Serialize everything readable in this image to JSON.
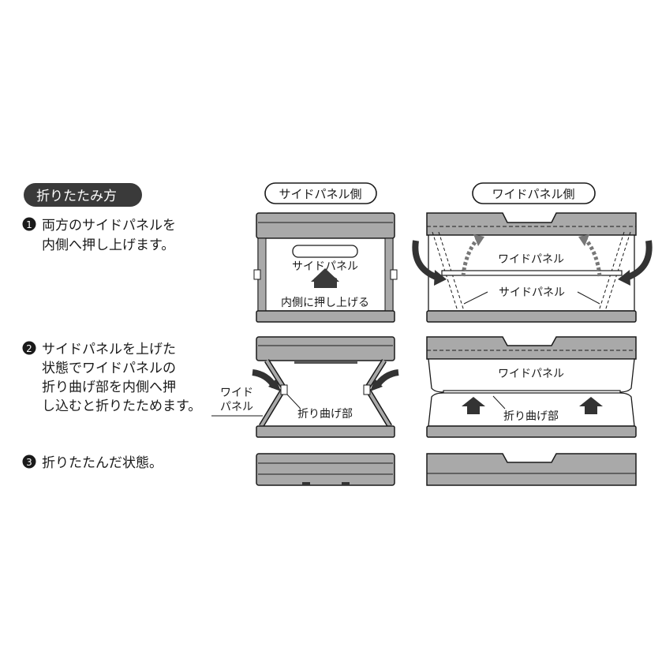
{
  "heading": "折りたたみ方",
  "column_labels": {
    "side": "サイドパネル側",
    "wide": "ワイドパネル側"
  },
  "steps": [
    {
      "number": "1",
      "lines": [
        "両方のサイドパネルを",
        "内側へ押し上げます。"
      ]
    },
    {
      "number": "2",
      "lines": [
        "サイドパネルを上げた",
        "状態でワイドパネルの",
        "折り曲げ部を内側へ押",
        "し込むと折りたためます。"
      ]
    },
    {
      "number": "3",
      "lines": [
        "折りたたんだ状態。"
      ]
    }
  ],
  "diagram_labels": {
    "side_panel": "サイドパネル",
    "push_up": "内側に押し上げる",
    "wide_panel": "ワイドパネル",
    "side_panel_2": "サイドパネル",
    "wide_panel_line1": "ワイド",
    "wide_panel_line2": "パネル",
    "fold_part": "折り曲げ部",
    "wide_panel_2": "ワイドパネル",
    "fold_part_2": "折り曲げ部"
  },
  "colors": {
    "ink": "#1a1a1a",
    "panel_gray": "#a9a9a9",
    "dark_gray": "#555555",
    "heading_bg": "#3a3a3a"
  }
}
